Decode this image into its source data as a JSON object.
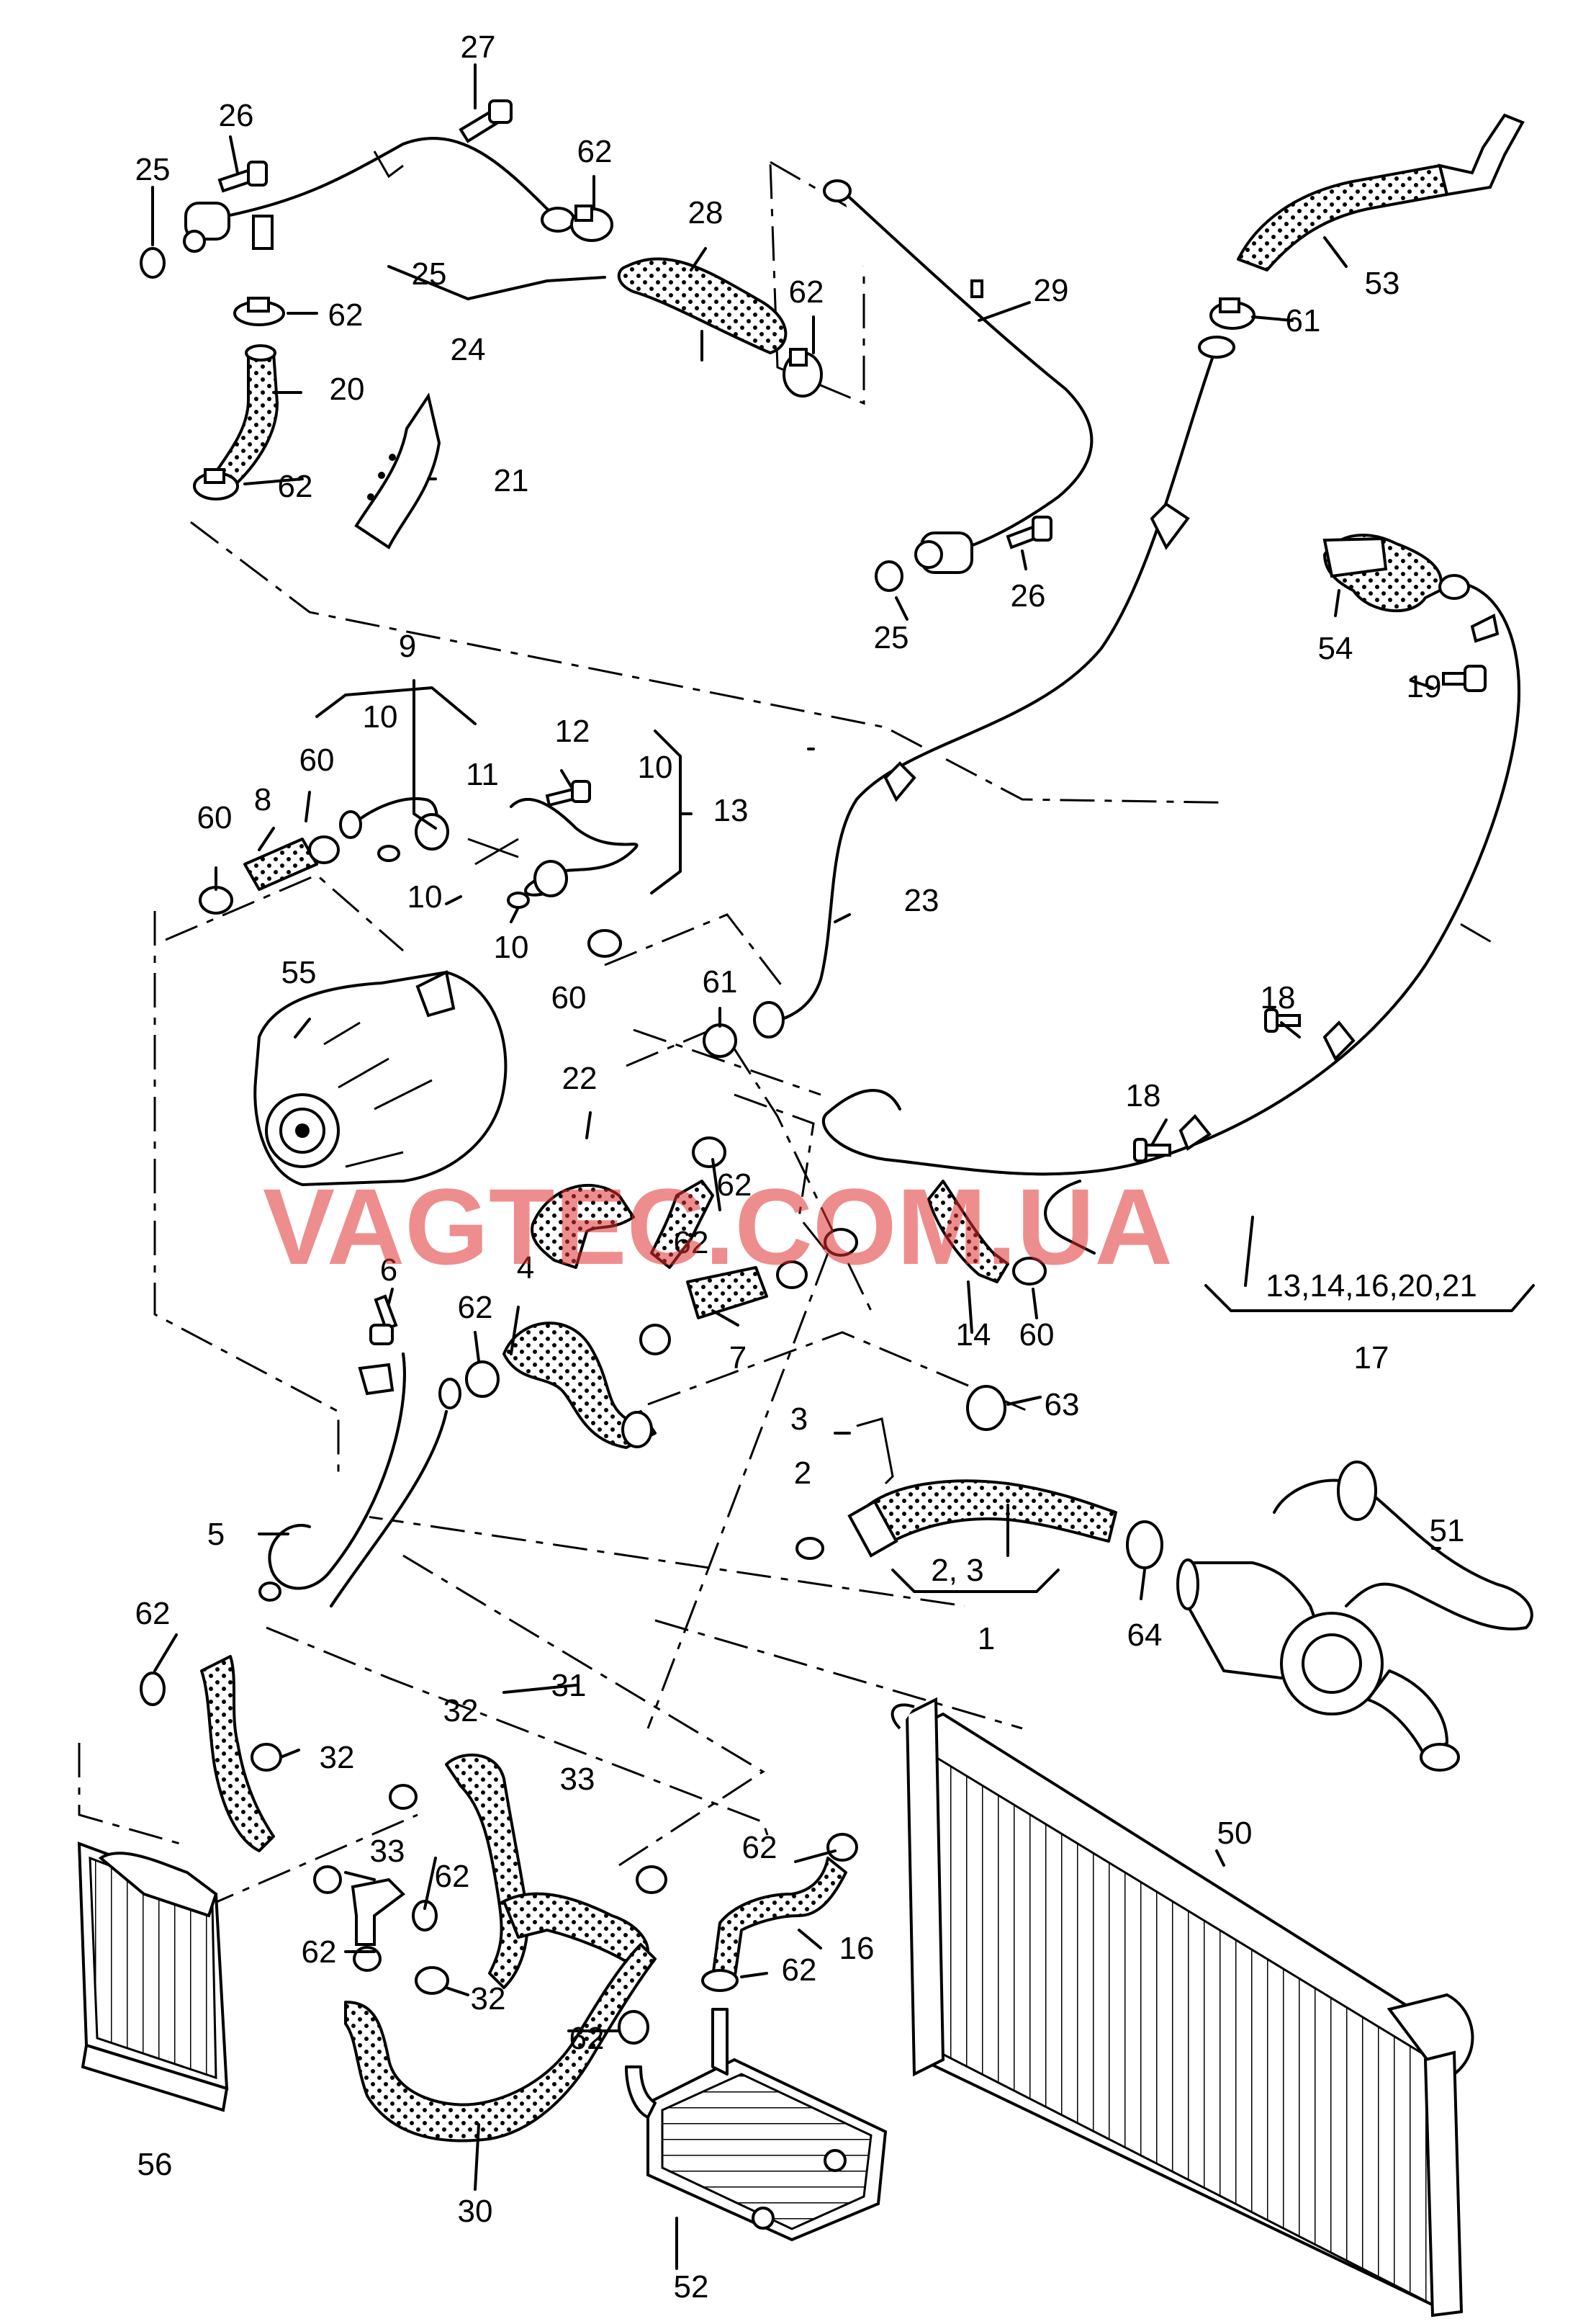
{
  "watermark": "VAGTEC.COM.UA",
  "callouts": {
    "c27": "27",
    "c26a": "26",
    "c25a": "25",
    "c62a": "62",
    "c28": "28",
    "c29": "29",
    "c62b": "62",
    "c25b": "25",
    "c24": "24",
    "c62c": "62",
    "c20": "20",
    "c21": "21",
    "c62d": "62",
    "c61a": "61",
    "c53": "53",
    "c26b": "26",
    "c25c": "25",
    "c54": "54",
    "c19": "19",
    "c9": "9",
    "c10a": "10",
    "c12": "12",
    "c10b": "10",
    "c60a": "60",
    "c8": "8",
    "c60b": "60",
    "c11": "11",
    "c13": "13",
    "c10c": "10",
    "c10d": "10",
    "c23": "23",
    "c55": "55",
    "c60c": "60",
    "c61b": "61",
    "c18a": "18",
    "c22": "22",
    "c18b": "18",
    "c62e": "62",
    "c62f": "62",
    "c6": "6",
    "c4": "4",
    "c62g": "62",
    "c7": "7",
    "c14": "14",
    "c60d": "60",
    "c13grp": "13,14,16,20,21",
    "c17": "17",
    "c3": "3",
    "c63": "63",
    "c2": "2",
    "c51": "51",
    "c5": "5",
    "c23b": "2, 3",
    "c1": "1",
    "c64": "64",
    "c62h": "62",
    "c31": "31",
    "c32a": "32",
    "c32b": "32",
    "c33a": "33",
    "c50": "50",
    "c62i": "62",
    "c33b": "33",
    "c62j": "62",
    "c16": "16",
    "c62k": "62",
    "c62l": "62",
    "c32c": "32",
    "c62m": "62",
    "c56": "56",
    "c30": "30",
    "c52": "52"
  }
}
